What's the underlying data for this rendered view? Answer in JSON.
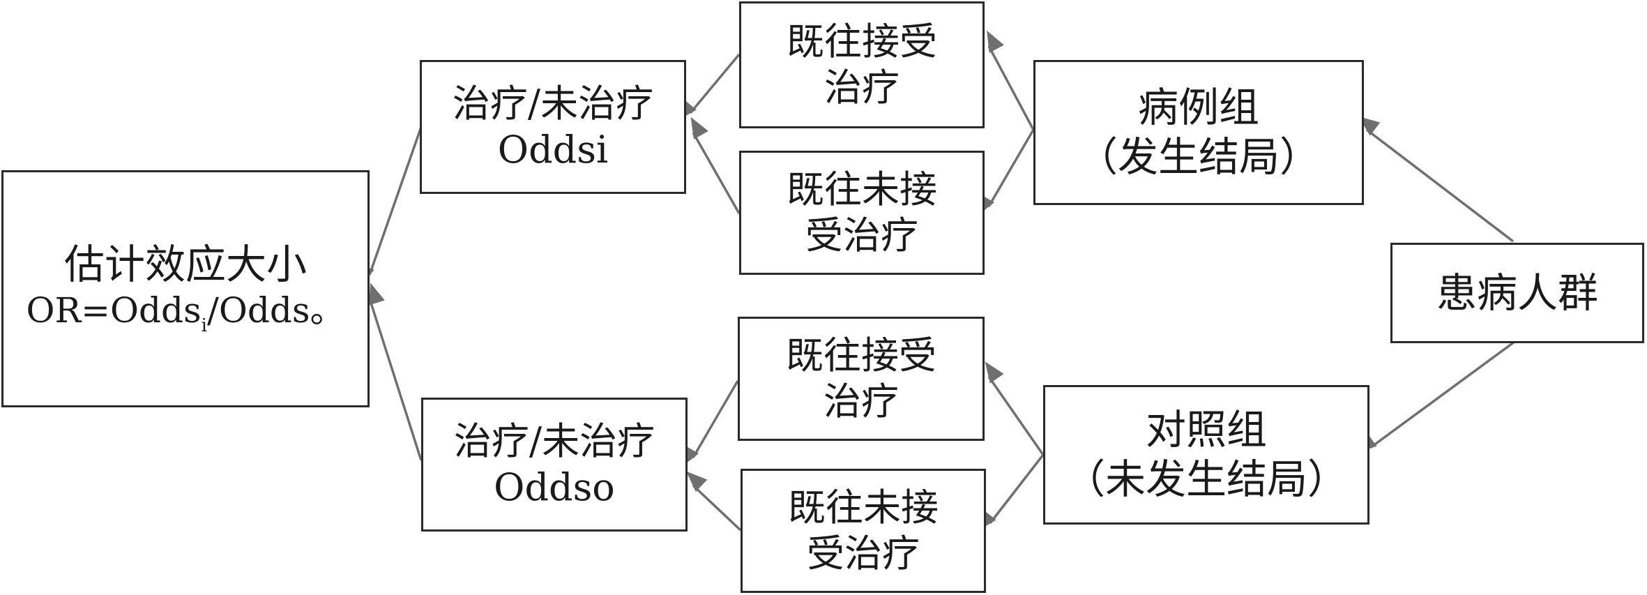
{
  "colors": {
    "arrow": "#6f6f6f",
    "border": "#2a2a2a",
    "text": "#1a1a1a"
  },
  "nodes": {
    "estimate": {
      "line1": "估计效应大小",
      "formula_a": "OR=Odds",
      "formula_sub": "i",
      "formula_b": "/Odds",
      "formula_c": "。"
    },
    "upper_ratio": {
      "line1": "治疗/未治疗",
      "line2": "Oddsi"
    },
    "lower_ratio": {
      "line1": "治疗/未治疗",
      "line2": "Oddso"
    },
    "ut_treated": {
      "line1": "既往接受",
      "line2": "治疗"
    },
    "ut_untreated": {
      "line1": "既往未接",
      "line2": "受治疗"
    },
    "lt_treated": {
      "line1": "既往接受",
      "line2": "治疗"
    },
    "lt_untreated": {
      "line1": "既往未接",
      "line2": "受治疗"
    },
    "case_group": {
      "line1": "病例组",
      "line2": "（发生结局）"
    },
    "control_group": {
      "line1": "对照组",
      "line2": "（未发生结局）"
    },
    "population": {
      "line1": "患病人群"
    }
  }
}
